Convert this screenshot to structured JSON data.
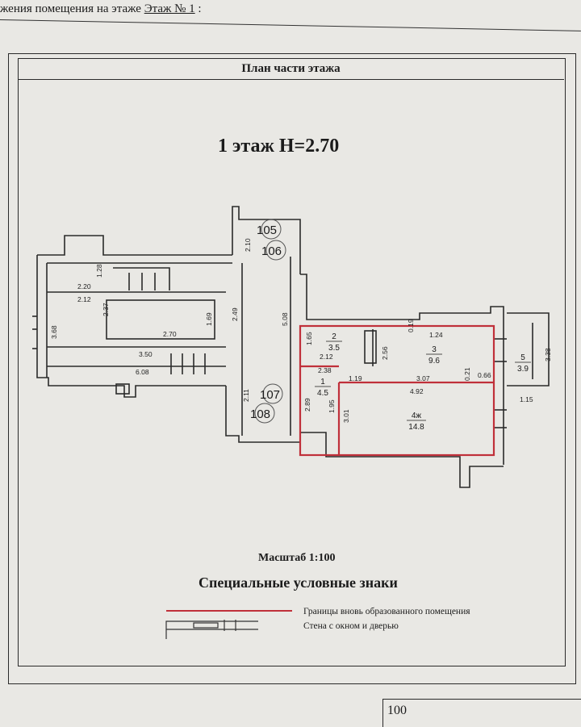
{
  "header": {
    "prefix": "жения помещения на этаже",
    "floor_value": "Этаж № 1",
    "suffix": ":"
  },
  "title_band": "План части этажа",
  "floor_caption": "1 этаж  H=2.70",
  "plan": {
    "room_tags": [
      "105",
      "106",
      "107",
      "108"
    ],
    "rooms": [
      {
        "number": "2",
        "area": "3.5"
      },
      {
        "number": "3",
        "area": "9.6"
      },
      {
        "number": "1",
        "area": "4.5"
      },
      {
        "number": "4ж",
        "area": "14.8"
      },
      {
        "number": "5",
        "area": "3.9"
      }
    ],
    "dimensions": [
      "2.20",
      "2.12",
      "1.28",
      "2.37",
      "2.70",
      "1.69",
      "2.49",
      "3.68",
      "3.50",
      "6.08",
      "2.10",
      "5.08",
      "2.11",
      "1.65",
      "2.12",
      "2.38",
      "2.56",
      "1.19",
      "3.07",
      "0.21",
      "0.66",
      "0.19",
      "1.24",
      "4.92",
      "2.89",
      "1.95",
      "3.01",
      "3.38",
      "1.15"
    ]
  },
  "scale_label": "Масштаб 1:100",
  "legend": {
    "title": "Специальные условные знаки",
    "items": [
      {
        "label": "Границы вновь образованного помещения",
        "color": "#c0303a"
      },
      {
        "label": "Стена с окном и дверью",
        "color": "#333333"
      }
    ]
  },
  "page_number": "100",
  "colors": {
    "boundary": "#c0303a",
    "ink": "#2a2a2a",
    "paper": "#e9e8e4"
  }
}
